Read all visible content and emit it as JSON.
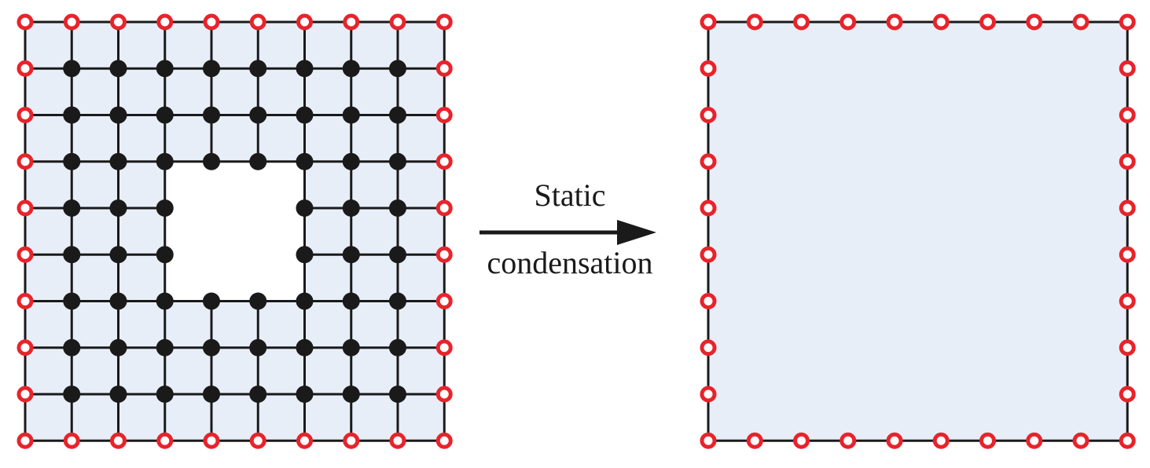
{
  "labels": {
    "process_line1": "Static",
    "process_line2": "condensation"
  },
  "mesh": {
    "divisions": 9,
    "hole_cells": {
      "columns": [
        3,
        4,
        5
      ],
      "rows": [
        3,
        4,
        5
      ]
    }
  },
  "colors": {
    "fill": "#e8eef8",
    "line": "#1a1a1a",
    "boundary_node": "#e8232b",
    "interior_node": "#1a1a1a"
  },
  "legend_semantics": {
    "boundary_node_icon": "open-red-circle",
    "interior_node_icon": "filled-black-circle",
    "arrow_icon": "right-arrow"
  }
}
